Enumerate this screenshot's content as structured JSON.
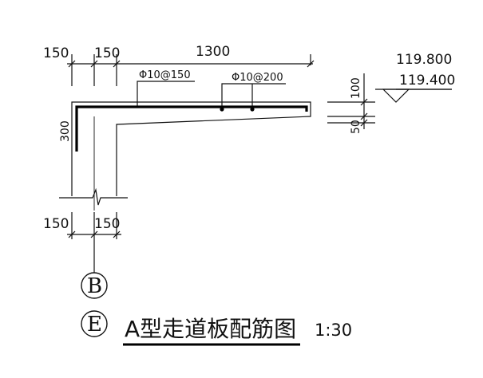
{
  "dimensions": {
    "top": [
      "150",
      "150",
      "1300"
    ],
    "bottom": [
      "150",
      "150"
    ],
    "wall_height": "300",
    "right": [
      "100",
      "50"
    ]
  },
  "rebar": {
    "bar_1": "Φ10@150",
    "bar_2": "Φ10@200"
  },
  "levels": {
    "upper": "119.800",
    "lower": "119.400"
  },
  "axes": [
    "B",
    "E"
  ],
  "title": "A型走道板配筋图",
  "scale": "1:30"
}
